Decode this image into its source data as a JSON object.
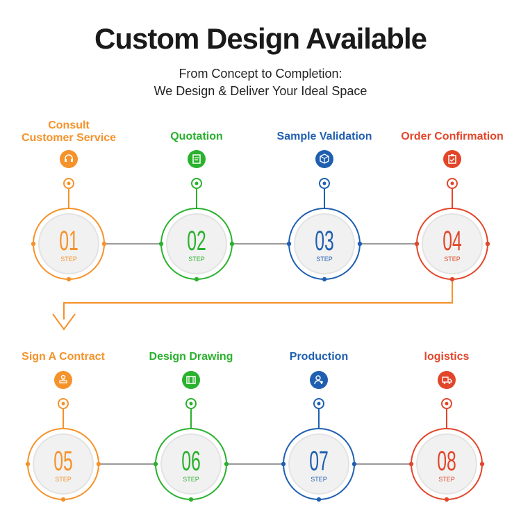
{
  "header": {
    "title": "Custom Design Available",
    "subtitle_line1": "From Concept to Completion:",
    "subtitle_line2": "We Design & Deliver Your Ideal Space"
  },
  "colors": {
    "orange": "#f5922a",
    "green": "#2ab12e",
    "blue": "#1f5fb0",
    "red": "#e2462a",
    "connector": "#9a9a9a"
  },
  "steps": [
    {
      "label_line1": "Consult",
      "label_line2": "Customer Service",
      "number": "01",
      "step_text": "STEP",
      "color": "#f5922a",
      "icon": "headset-icon"
    },
    {
      "label_line1": "Quotation",
      "label_line2": "",
      "number": "02",
      "step_text": "STEP",
      "color": "#2ab12e",
      "icon": "document-icon"
    },
    {
      "label_line1": "Sample Validation",
      "label_line2": "",
      "number": "03",
      "step_text": "STEP",
      "color": "#1f5fb0",
      "icon": "box-icon"
    },
    {
      "label_line1": "Order Confirmation",
      "label_line2": "",
      "number": "04",
      "step_text": "STEP",
      "color": "#e2462a",
      "icon": "clipboard-icon"
    },
    {
      "label_line1": "Sign A Contract",
      "label_line2": "",
      "number": "05",
      "step_text": "STEP",
      "color": "#f5922a",
      "icon": "stamp-icon"
    },
    {
      "label_line1": "Design Drawing",
      "label_line2": "",
      "number": "06",
      "step_text": "STEP",
      "color": "#2ab12e",
      "icon": "blueprint-icon"
    },
    {
      "label_line1": "Production",
      "label_line2": "",
      "number": "07",
      "step_text": "STEP",
      "color": "#1f5fb0",
      "icon": "worker-icon"
    },
    {
      "label_line1": "logistics",
      "label_line2": "",
      "number": "08",
      "step_text": "STEP",
      "color": "#e2462a",
      "icon": "truck-icon"
    }
  ]
}
